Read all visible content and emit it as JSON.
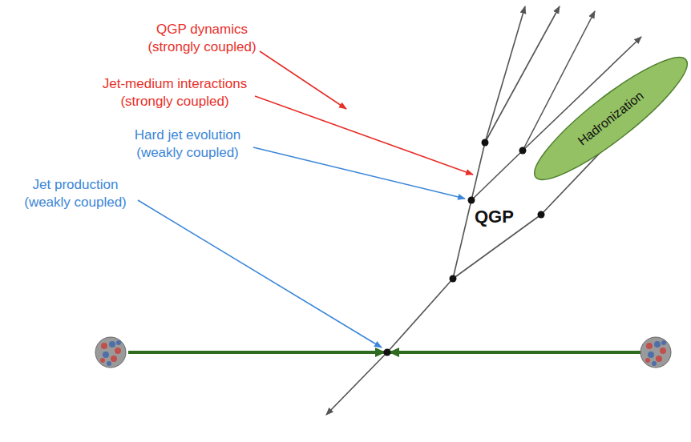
{
  "diagram": {
    "nodes": [
      {
        "text": [
          "QGP"
        ]
      },
      {
        "text": [
          "Hadronization"
        ]
      }
    ],
    "labels": [
      "QGP dynamics (strongly coupled)",
      "Jet-medium interactions (strongly coupled)",
      "Hard jet evolution (weakly coupled)",
      "Jet production (weakly coupled)"
    ]
  }
}
